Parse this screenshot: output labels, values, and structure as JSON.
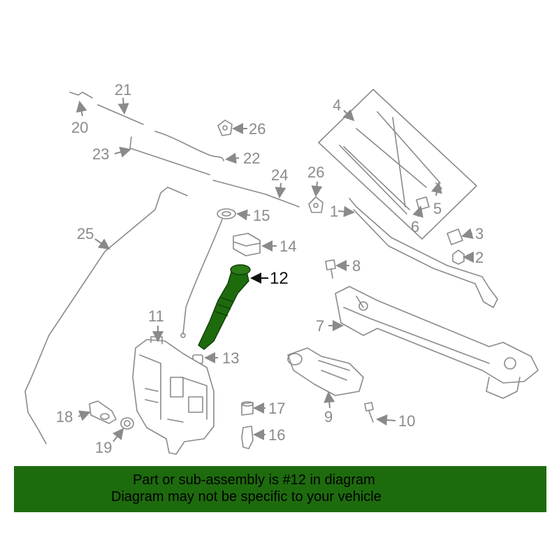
{
  "colors": {
    "line_art": "#8a8a8a",
    "highlight_part": "#1e6b0e",
    "banner_bg": "#1e6b0e",
    "banner_text": "#000000"
  },
  "callouts": {
    "c1": "1",
    "c2": "2",
    "c3": "3",
    "c4": "4",
    "c5": "5",
    "c6": "6",
    "c7": "7",
    "c8": "8",
    "c9": "9",
    "c10": "10",
    "c11": "11",
    "c12": "12",
    "c13": "13",
    "c14": "14",
    "c15": "15",
    "c16": "16",
    "c17": "17",
    "c18": "18",
    "c19": "19",
    "c20": "20",
    "c21": "21",
    "c22": "22",
    "c23": "23",
    "c24": "24",
    "c25": "25",
    "c26a": "26",
    "c26b": "26"
  },
  "banner": {
    "line1": "Part or sub-assembly is #12 in diagram",
    "line2": "Diagram may not be specific to your vehicle"
  }
}
